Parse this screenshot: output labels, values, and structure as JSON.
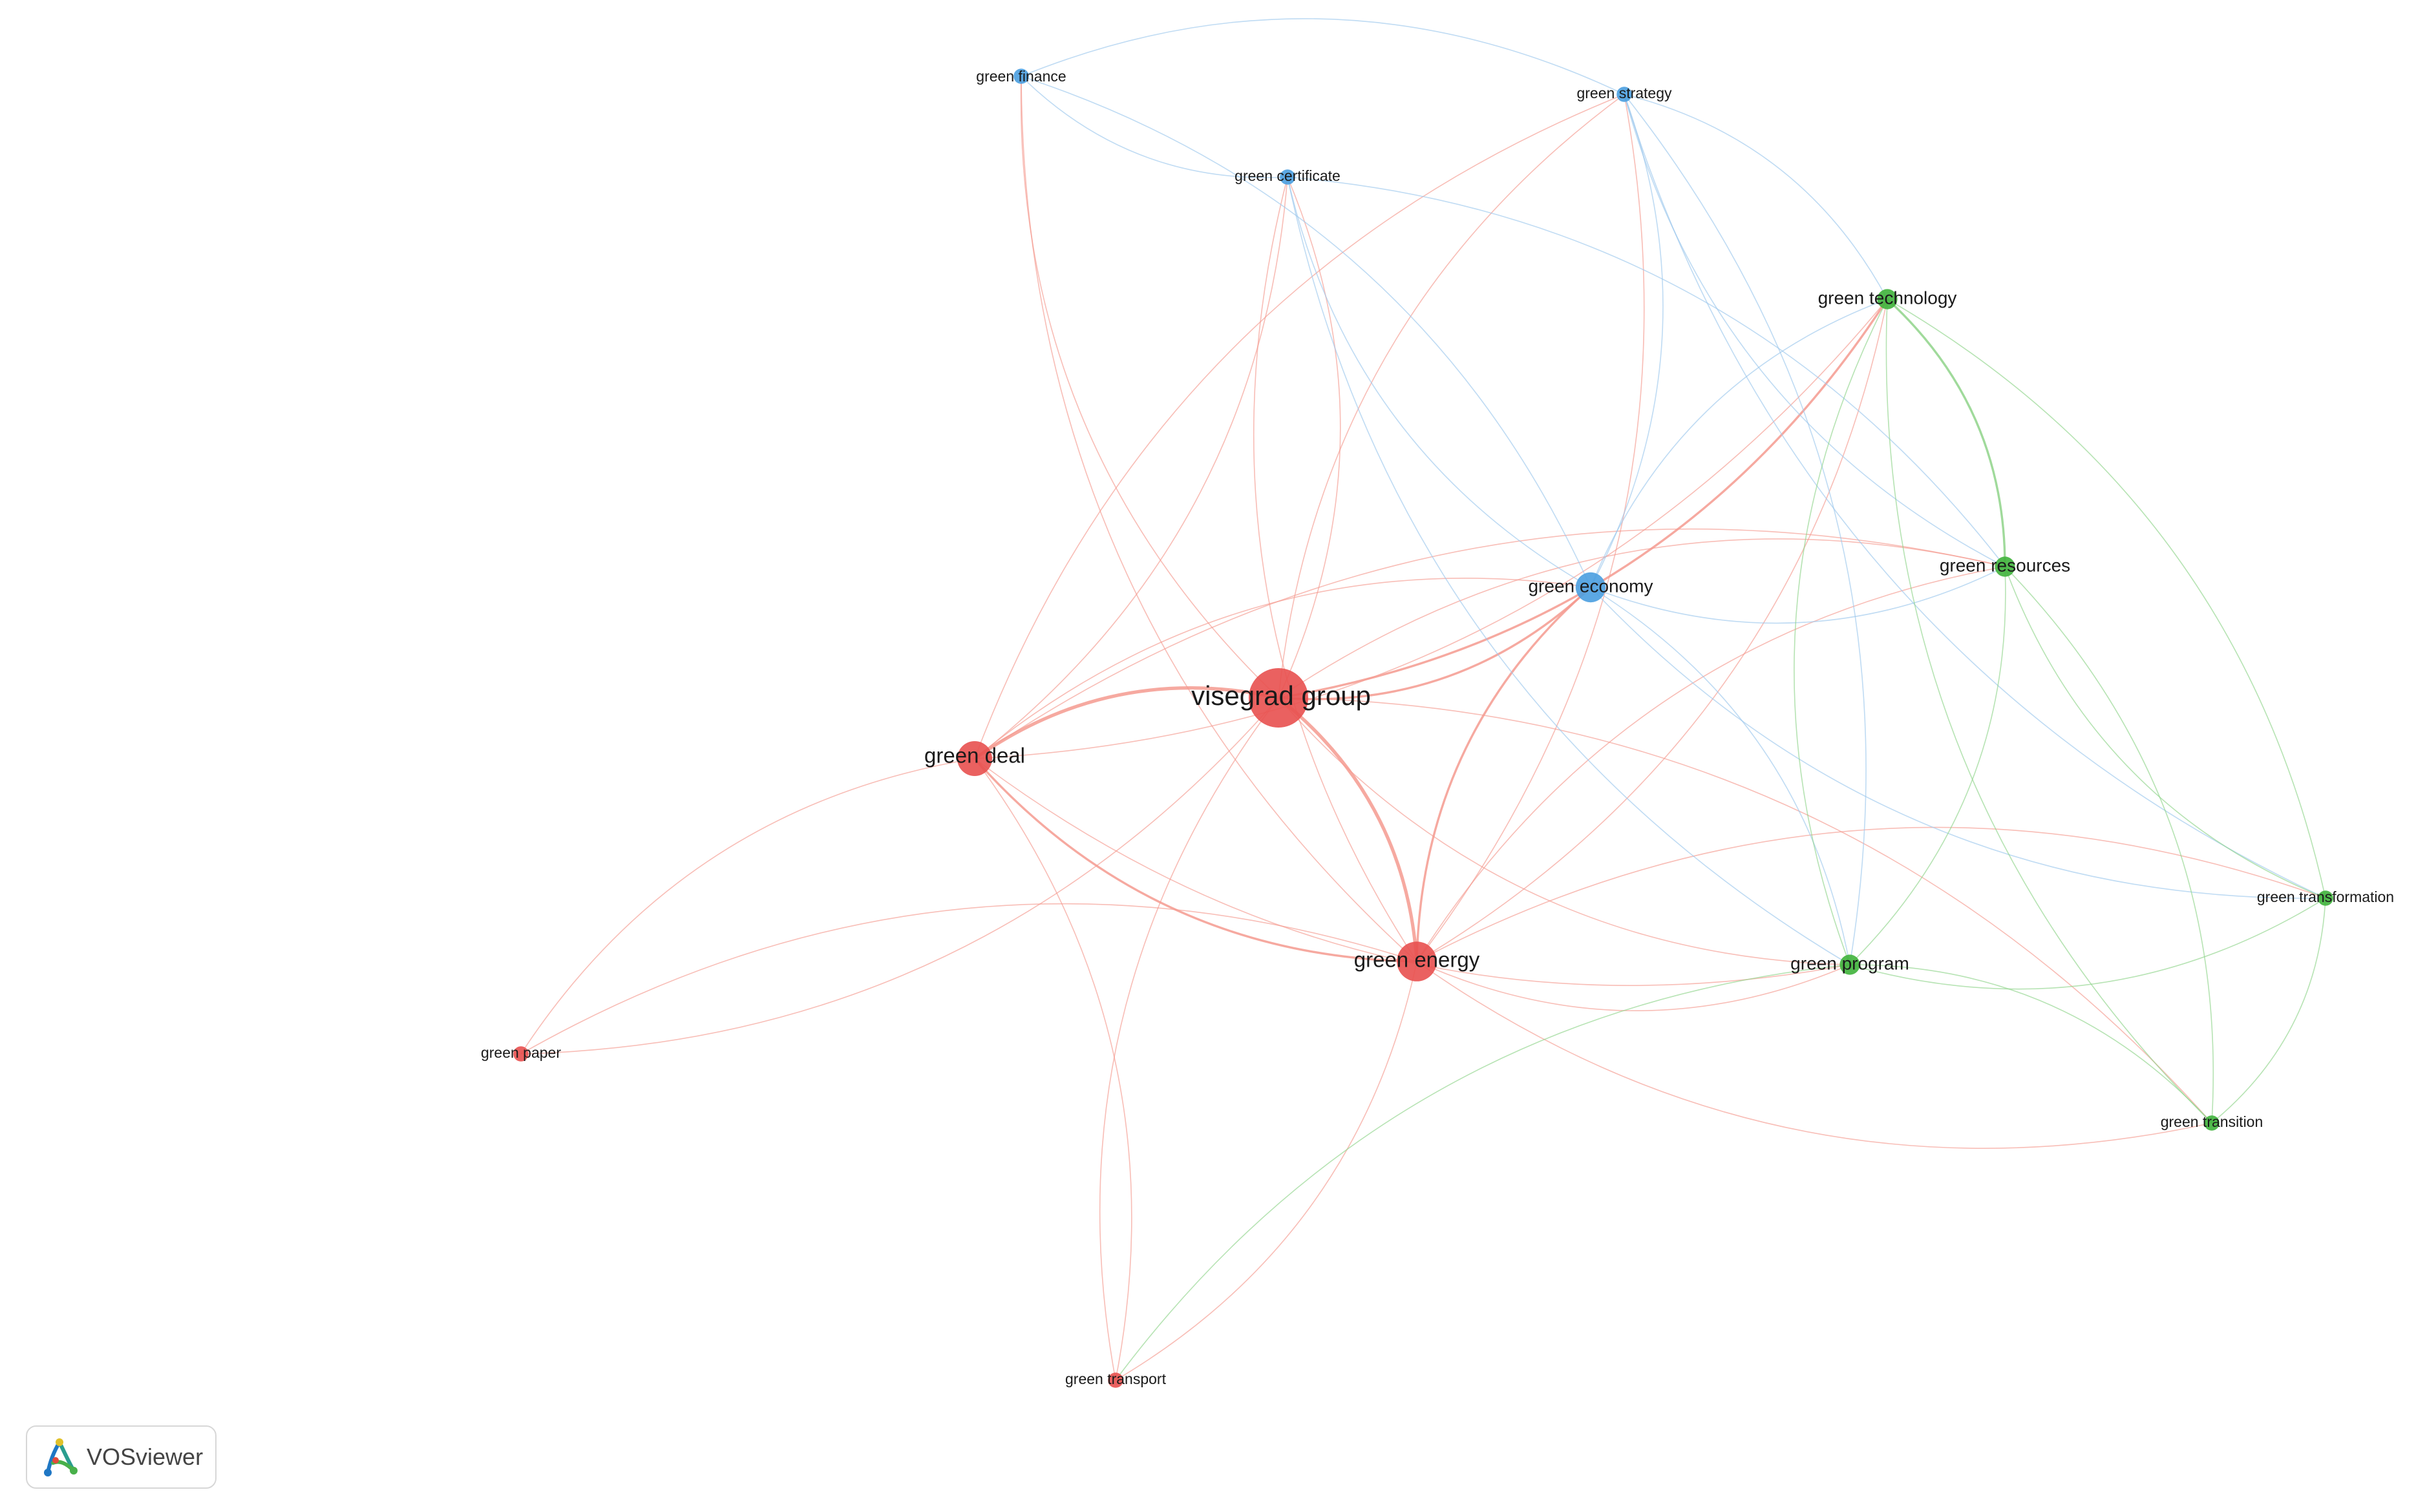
{
  "colors": {
    "cluster_red": "#e8504f",
    "cluster_green": "#3fb23b",
    "cluster_blue": "#4a9ee0",
    "edge_red": "#f59a8f",
    "edge_green": "#8fd48a",
    "edge_blue": "#9cc7ec",
    "label": "#1a1a1a"
  },
  "nodes": [
    {
      "id": "visegrad",
      "label": "visegrad group",
      "cluster": "red",
      "weight": 10,
      "label_size": "xl"
    },
    {
      "id": "deal",
      "label": "green deal",
      "cluster": "red",
      "weight": 5,
      "label_size": "lg"
    },
    {
      "id": "energy",
      "label": "green energy",
      "cluster": "red",
      "weight": 6,
      "label_size": "lg"
    },
    {
      "id": "paper",
      "label": "green paper",
      "cluster": "red",
      "weight": 1,
      "label_size": "sm"
    },
    {
      "id": "transport",
      "label": "green transport",
      "cluster": "red",
      "weight": 1,
      "label_size": "sm"
    },
    {
      "id": "economy",
      "label": "green economy",
      "cluster": "blue",
      "weight": 4,
      "label_size": "md"
    },
    {
      "id": "finance",
      "label": "green finance",
      "cluster": "blue",
      "weight": 1,
      "label_size": "sm"
    },
    {
      "id": "certificate",
      "label": "green certificate",
      "cluster": "blue",
      "weight": 1,
      "label_size": "sm"
    },
    {
      "id": "strategy",
      "label": "green strategy",
      "cluster": "blue",
      "weight": 1,
      "label_size": "sm"
    },
    {
      "id": "technology",
      "label": "green technology",
      "cluster": "green",
      "weight": 2,
      "label_size": "md"
    },
    {
      "id": "resources",
      "label": "green resources",
      "cluster": "green",
      "weight": 2,
      "label_size": "md"
    },
    {
      "id": "program",
      "label": "green program",
      "cluster": "green",
      "weight": 2,
      "label_size": "md"
    },
    {
      "id": "transformation",
      "label": "green transformation",
      "cluster": "green",
      "weight": 1,
      "label_size": "sm"
    },
    {
      "id": "transition",
      "label": "green transition",
      "cluster": "green",
      "weight": 1,
      "label_size": "sm"
    }
  ],
  "edges": [
    {
      "source": "visegrad",
      "target": "deal",
      "strength": 3
    },
    {
      "source": "visegrad",
      "target": "energy",
      "strength": 3
    },
    {
      "source": "visegrad",
      "target": "economy",
      "strength": 2
    },
    {
      "source": "visegrad",
      "target": "finance",
      "strength": 1
    },
    {
      "source": "visegrad",
      "target": "certificate",
      "strength": 1
    },
    {
      "source": "visegrad",
      "target": "strategy",
      "strength": 1
    },
    {
      "source": "visegrad",
      "target": "technology",
      "strength": 2
    },
    {
      "source": "visegrad",
      "target": "resources",
      "strength": 1
    },
    {
      "source": "visegrad",
      "target": "program",
      "strength": 1
    },
    {
      "source": "visegrad",
      "target": "transition",
      "strength": 1
    },
    {
      "source": "visegrad",
      "target": "transport",
      "strength": 1
    },
    {
      "source": "visegrad",
      "target": "paper",
      "strength": 1
    },
    {
      "source": "deal",
      "target": "energy",
      "strength": 2
    },
    {
      "source": "deal",
      "target": "economy",
      "strength": 1
    },
    {
      "source": "deal",
      "target": "technology",
      "strength": 1
    },
    {
      "source": "deal",
      "target": "resources",
      "strength": 1
    },
    {
      "source": "deal",
      "target": "paper",
      "strength": 1
    },
    {
      "source": "deal",
      "target": "transport",
      "strength": 1
    },
    {
      "source": "deal",
      "target": "certificate",
      "strength": 1
    },
    {
      "source": "deal",
      "target": "strategy",
      "strength": 1
    },
    {
      "source": "deal",
      "target": "program",
      "strength": 1
    },
    {
      "source": "energy",
      "target": "economy",
      "strength": 2
    },
    {
      "source": "energy",
      "target": "technology",
      "strength": 1
    },
    {
      "source": "energy",
      "target": "resources",
      "strength": 1
    },
    {
      "source": "energy",
      "target": "program",
      "strength": 1
    },
    {
      "source": "energy",
      "target": "transformation",
      "strength": 1
    },
    {
      "source": "energy",
      "target": "transition",
      "strength": 1
    },
    {
      "source": "energy",
      "target": "transport",
      "strength": 1
    },
    {
      "source": "energy",
      "target": "paper",
      "strength": 1
    },
    {
      "source": "energy",
      "target": "certificate",
      "strength": 1
    },
    {
      "source": "energy",
      "target": "strategy",
      "strength": 1
    },
    {
      "source": "energy",
      "target": "finance",
      "strength": 1
    },
    {
      "source": "economy",
      "target": "finance",
      "strength": 1
    },
    {
      "source": "economy",
      "target": "certificate",
      "strength": 1
    },
    {
      "source": "economy",
      "target": "strategy",
      "strength": 1
    },
    {
      "source": "economy",
      "target": "technology",
      "strength": 1
    },
    {
      "source": "economy",
      "target": "resources",
      "strength": 1
    },
    {
      "source": "economy",
      "target": "program",
      "strength": 1
    },
    {
      "source": "economy",
      "target": "transformation",
      "strength": 1
    },
    {
      "source": "finance",
      "target": "strategy",
      "strength": 1
    },
    {
      "source": "finance",
      "target": "certificate",
      "strength": 1
    },
    {
      "source": "certificate",
      "target": "resources",
      "strength": 1
    },
    {
      "source": "certificate",
      "target": "program",
      "strength": 1
    },
    {
      "source": "strategy",
      "target": "technology",
      "strength": 1
    },
    {
      "source": "strategy",
      "target": "resources",
      "strength": 1
    },
    {
      "source": "strategy",
      "target": "program",
      "strength": 1
    },
    {
      "source": "strategy",
      "target": "transformation",
      "strength": 1
    },
    {
      "source": "technology",
      "target": "resources",
      "strength": 2
    },
    {
      "source": "technology",
      "target": "program",
      "strength": 1
    },
    {
      "source": "technology",
      "target": "transformation",
      "strength": 1
    },
    {
      "source": "technology",
      "target": "transition",
      "strength": 1
    },
    {
      "source": "resources",
      "target": "program",
      "strength": 1
    },
    {
      "source": "resources",
      "target": "transformation",
      "strength": 1
    },
    {
      "source": "resources",
      "target": "transition",
      "strength": 1
    },
    {
      "source": "program",
      "target": "transformation",
      "strength": 1
    },
    {
      "source": "program",
      "target": "transition",
      "strength": 1
    },
    {
      "source": "program",
      "target": "transport",
      "strength": 1
    },
    {
      "source": "transformation",
      "target": "transition",
      "strength": 1
    }
  ],
  "badge": {
    "text": "VOSviewer",
    "icon": "vosviewer-logo-icon"
  }
}
